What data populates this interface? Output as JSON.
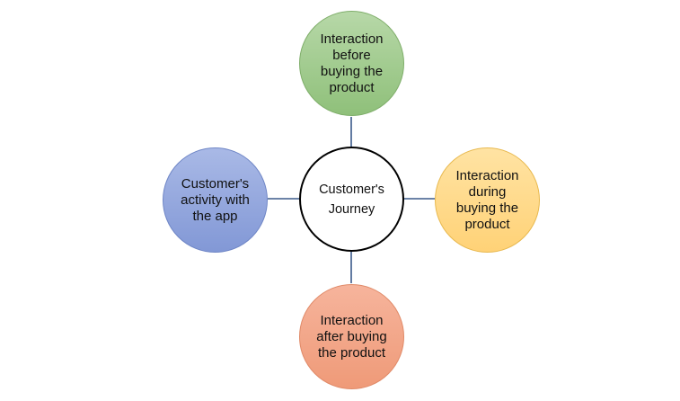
{
  "diagram": {
    "center": {
      "label": "Customer's Journey",
      "fill": "#ffffff",
      "stroke": "#000000"
    },
    "top": {
      "label": "Interaction before buying the product",
      "fill_top": "#b7d8a8",
      "fill_bottom": "#8fc07a",
      "stroke": "#7fae6a"
    },
    "right": {
      "label": "Interaction during buying the product",
      "fill_top": "#ffe3a3",
      "fill_bottom": "#ffd277",
      "stroke": "#e8b94f"
    },
    "bottom": {
      "label": "Interaction after buying the product",
      "fill_top": "#f6b49c",
      "fill_bottom": "#ef9a78",
      "stroke": "#e08a68"
    },
    "left": {
      "label": "Customer's activity with the app",
      "fill_top": "#a9b9e6",
      "fill_bottom": "#8298d6",
      "stroke": "#6f86c6"
    },
    "connector_color": "#3b5a8a"
  }
}
